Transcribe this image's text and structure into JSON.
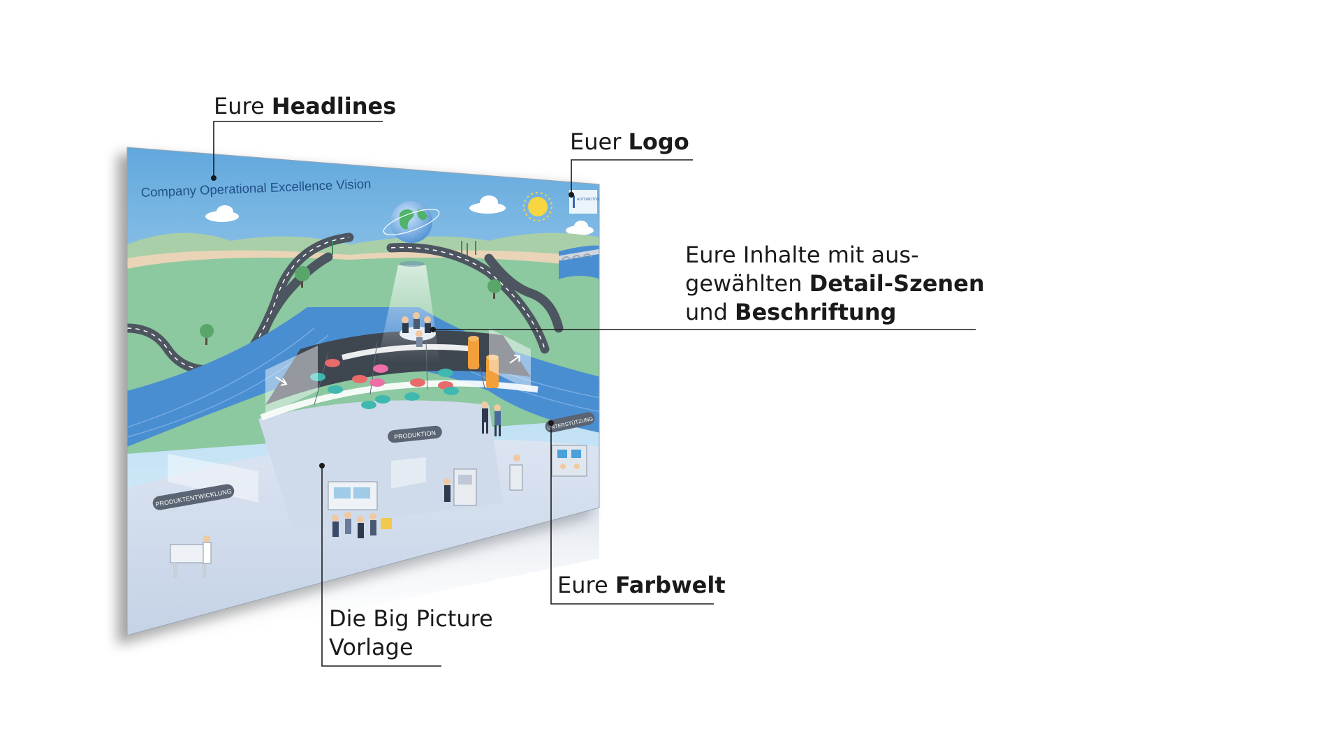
{
  "poster": {
    "headline": "Company Operational Excellence Vision",
    "logo_text": "AUTOMOTIVE",
    "zones": {
      "produktion": "PRODUKTION",
      "unterstuetzung": "UNTERSTÜTZUNG",
      "produktentwicklung": "PRODUKTENTWICKLUNG"
    }
  },
  "callouts": {
    "headlines": {
      "prefix": "Eure ",
      "bold": "Headlines"
    },
    "logo": {
      "prefix": "Euer ",
      "bold": "Logo"
    },
    "inhalte": {
      "line1": "Eure Inhalte mit aus-",
      "line2_prefix": "gewählten ",
      "line2_bold": "Detail-Szenen",
      "line3_prefix": "und ",
      "line3_bold": "Beschriftung"
    },
    "farbwelt": {
      "prefix": "Eure ",
      "bold": "Farbwelt"
    },
    "bigpicture": {
      "line1": "Die Big Picture",
      "line2": "Vorlage"
    }
  },
  "colors": {
    "sky": "#bfe0f4",
    "sky_top": "#5ea6dc",
    "grass": "#8cc8a0",
    "water": "#4a8ed2",
    "floor": "#cdd9ea",
    "road": "#4d5560",
    "headline_text": "#1f4f86",
    "leader_line": "#1a1a1a"
  }
}
